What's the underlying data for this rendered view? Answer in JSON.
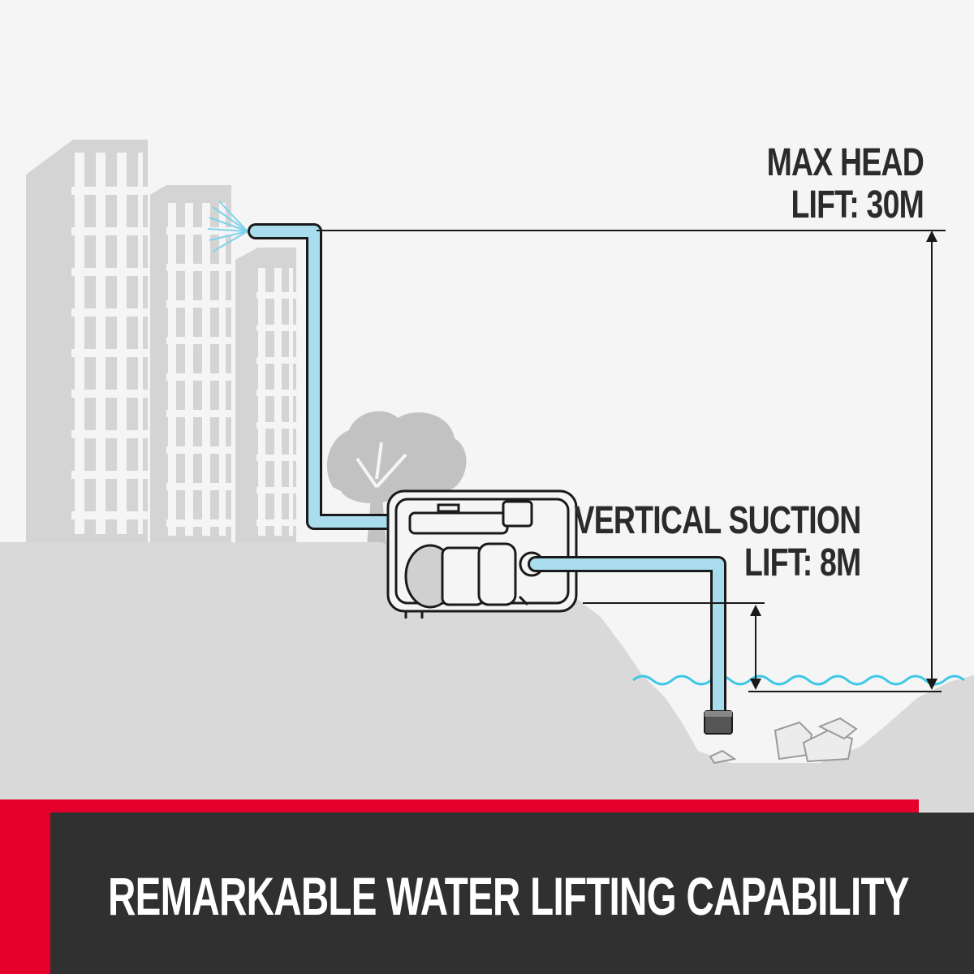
{
  "labels": {
    "max_head_line1": "MAX HEAD",
    "max_head_line2": "LIFT: 30M",
    "suction_line1": "VERTICAL SUCTION",
    "suction_line2": "LIFT: 8M"
  },
  "banner": {
    "title": "REMARKABLE WATER LIFTING CAPABILITY"
  },
  "colors": {
    "background": "#f5f5f5",
    "ground": "#d9d9d9",
    "building": "#d4d4d4",
    "pipe_fill": "#a9dcec",
    "pipe_outline": "#1a1a1a",
    "water_line": "#3cc7e6",
    "banner_bg": "#303030",
    "accent_red": "#e4002b"
  }
}
